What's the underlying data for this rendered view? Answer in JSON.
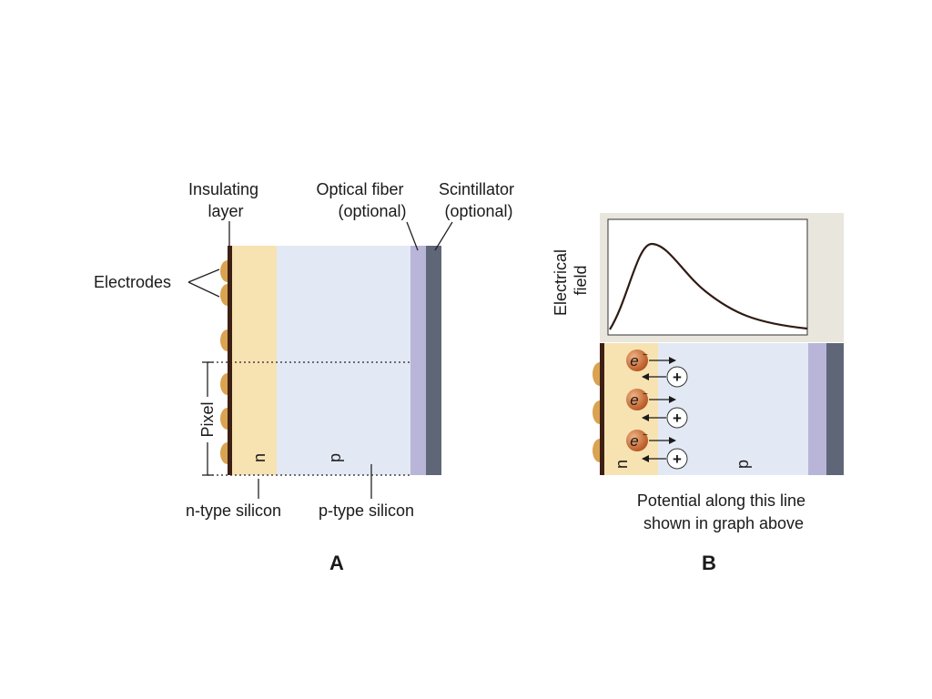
{
  "panel_a": {
    "letter": "A",
    "insulating_layer": [
      "Insulating",
      "layer"
    ],
    "optical_fiber": [
      "Optical fiber",
      "(optional)"
    ],
    "scintillator": [
      "Scintillator",
      "(optional)"
    ],
    "electrodes": "Electrodes",
    "pixel": "Pixel",
    "n_region": "n",
    "p_region": "p",
    "n_type_silicon": "n-type silicon",
    "p_type_silicon": "p-type silicon"
  },
  "panel_b": {
    "letter": "B",
    "axis_label": [
      "Electrical",
      "field"
    ],
    "electron_symbol": "e",
    "electron_superscript": "−",
    "hole_symbol": "+",
    "n_region": "n",
    "p_region": "p",
    "caption": [
      "Potential along this line",
      "shown in graph above"
    ]
  },
  "colors": {
    "n_silicon": "#f7e2b2",
    "p_silicon": "#e3e9f4",
    "optical_fiber": "#b9b5d8",
    "scintillator": "#5f6678",
    "insulating_layer": "#3d1f14",
    "electrode": "#d9a351",
    "electron": "#c9642a",
    "graph_background": "#e9e6de",
    "curve": "#2f1b14"
  }
}
